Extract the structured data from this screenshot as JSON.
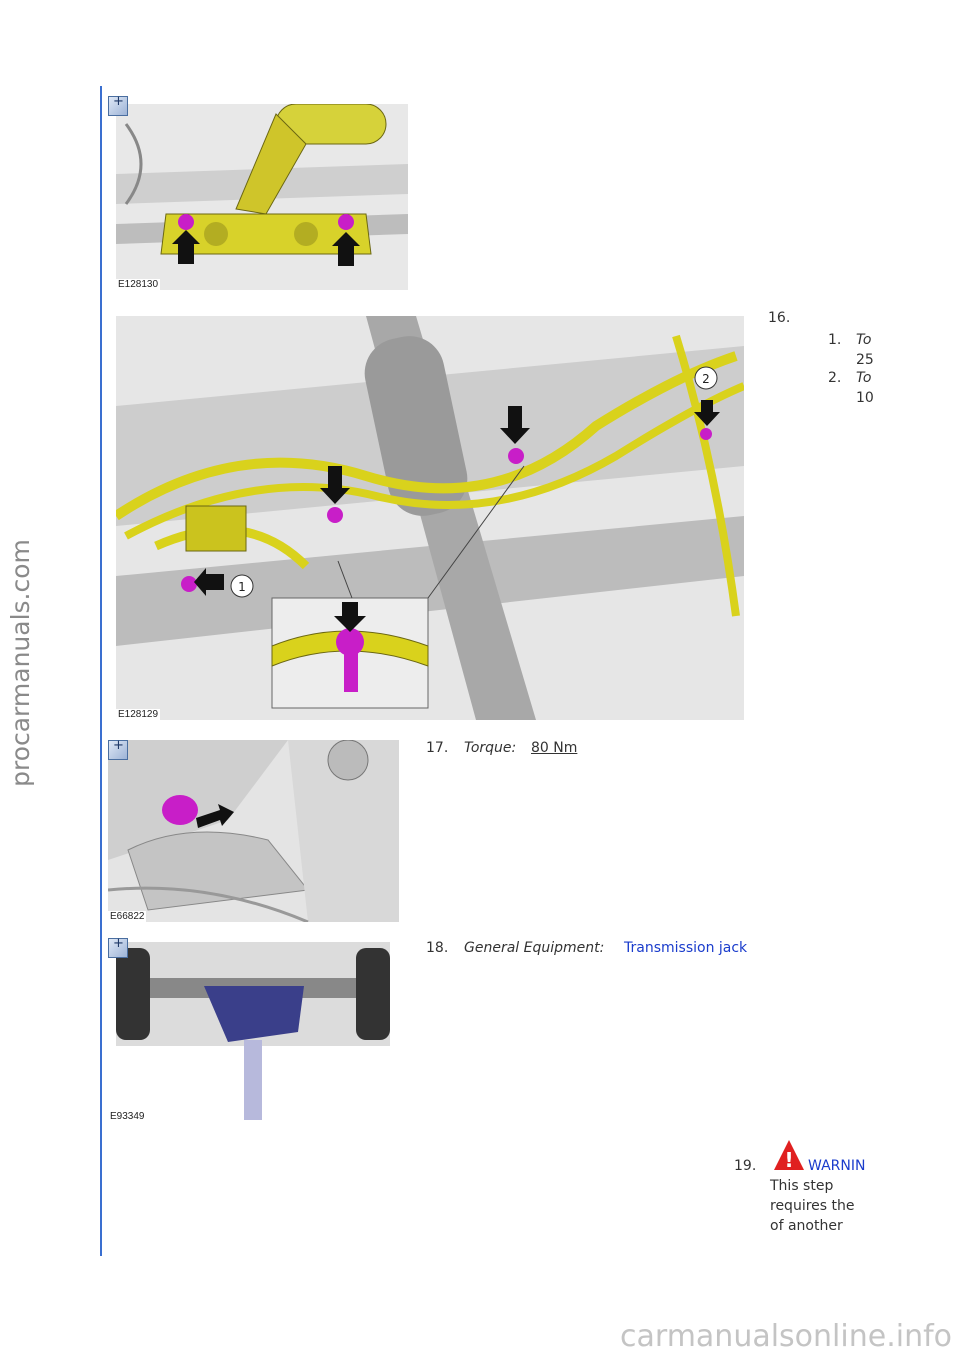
{
  "watermarks": {
    "side": "procarmanuals.com",
    "footer": "carmanualsonline.info"
  },
  "figures": {
    "fig1": {
      "id": "E128130"
    },
    "fig2": {
      "id": "E128129",
      "callouts": [
        "1",
        "2"
      ]
    },
    "fig3": {
      "id": "E66822"
    },
    "fig4": {
      "id": "E93349"
    }
  },
  "steps": {
    "s16": {
      "num": "16.",
      "sub1_num": "1.",
      "sub1_label": "To",
      "sub1_value": "25",
      "sub2_num": "2.",
      "sub2_label": "To",
      "sub2_value": "10"
    },
    "s17": {
      "num": "17.",
      "label": "Torque:",
      "value": "80 Nm"
    },
    "s18": {
      "num": "18.",
      "label": "General Equipment:",
      "link": "Transmission jack"
    },
    "s19": {
      "num": "19.",
      "warning": "WARNIN",
      "line1": "This step",
      "line2": "requires the",
      "line3": "of another"
    }
  },
  "colors": {
    "accent_line": "#3a6fd0",
    "link": "#1a3ccc",
    "warning_red": "#e02020",
    "part_yellow": "#d9d21c",
    "fastener_magenta": "#c81ec8"
  },
  "icons": [
    "zoom-icon",
    "warning-icon",
    "arrow-icon"
  ]
}
